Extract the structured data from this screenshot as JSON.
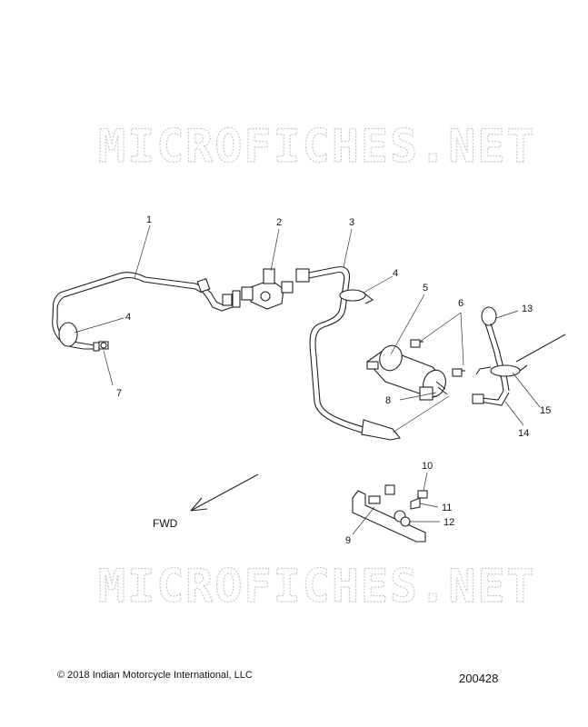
{
  "watermark": "MICROFICHES.NET",
  "callouts": [
    {
      "id": "1",
      "label": "1"
    },
    {
      "id": "2",
      "label": "2"
    },
    {
      "id": "3",
      "label": "3"
    },
    {
      "id": "4a",
      "label": "4"
    },
    {
      "id": "4b",
      "label": "4"
    },
    {
      "id": "5",
      "label": "5"
    },
    {
      "id": "6",
      "label": "6"
    },
    {
      "id": "7",
      "label": "7"
    },
    {
      "id": "8",
      "label": "8"
    },
    {
      "id": "9",
      "label": "9"
    },
    {
      "id": "10",
      "label": "10"
    },
    {
      "id": "11",
      "label": "11"
    },
    {
      "id": "12",
      "label": "12"
    },
    {
      "id": "13",
      "label": "13"
    },
    {
      "id": "14",
      "label": "14"
    },
    {
      "id": "15",
      "label": "15"
    }
  ],
  "direction_label": "FWD",
  "copyright": "© 2018 Indian Motorcycle International, LLC",
  "figure_number": "200428"
}
